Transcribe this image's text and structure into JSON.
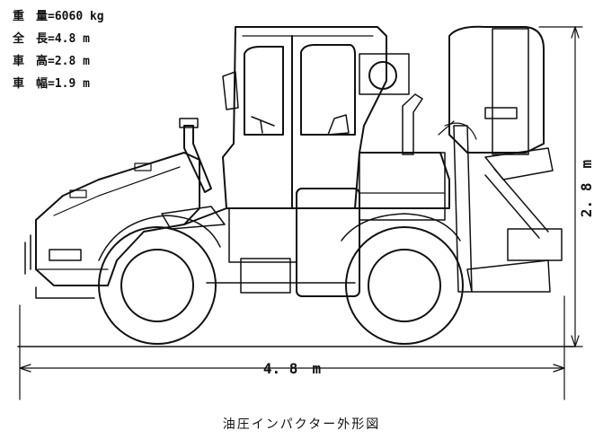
{
  "specs": [
    {
      "label": "重　量",
      "value": "6060 kg"
    },
    {
      "label": "全　長",
      "value": "4.8 m"
    },
    {
      "label": "車　高",
      "value": "2.8 m"
    },
    {
      "label": "車　幅",
      "value": "1.9 m"
    }
  ],
  "dimensions": {
    "length_label": "4. 8　m",
    "height_label": "2. 8　m"
  },
  "caption": "油圧インパクター外形図"
}
